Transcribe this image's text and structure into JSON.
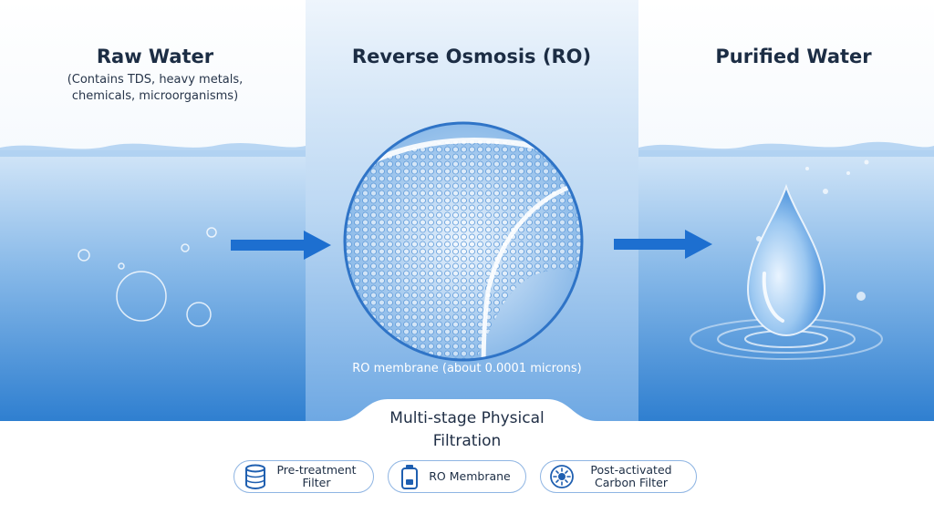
{
  "panels": [
    {
      "title": "Raw Water",
      "subtitle_line1": "(Contains TDS, heavy metals,",
      "subtitle_line2": "chemicals, microorganisms)"
    },
    {
      "title": "Reverse Osmosis (RO)",
      "caption": "RO membrane (about 0.0001 microns)"
    },
    {
      "title": "Purified Water"
    }
  ],
  "stages": {
    "title_line1": "Multi-stage Physical",
    "title_line2": "Filtration",
    "items": [
      {
        "icon": "cylinder-filter-icon",
        "label_line1": "Pre-treatment",
        "label_line2": "Filter"
      },
      {
        "icon": "membrane-cartridge-icon",
        "label_line1": "RO Membrane"
      },
      {
        "icon": "carbon-burst-icon",
        "label_line1": "Post-activated",
        "label_line2": "Carbon Filter"
      }
    ]
  },
  "colors": {
    "water_deep": "#2f7fd0",
    "water_light": "#cfe3f7",
    "arrow": "#1d6fd0",
    "pill_border": "#8fb5e3",
    "icon_blue": "#1f5fb0"
  }
}
